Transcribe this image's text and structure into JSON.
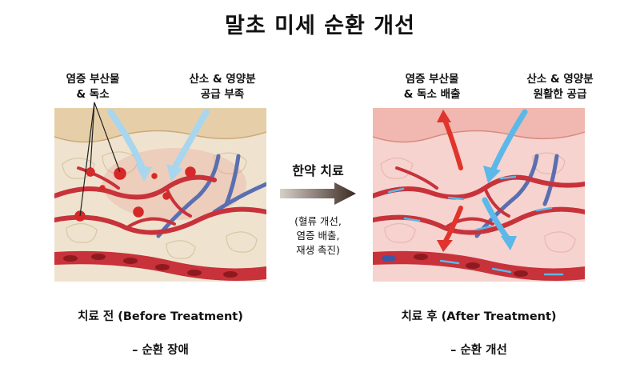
{
  "title": "말초 미세 순환 개선",
  "before": {
    "label_byproducts": "염증 부산물\n& 독소",
    "label_nutrients": "산소 & 영양분\n공급 부족",
    "caption_main": "치료 전 (Before Treatment)",
    "caption_sub": "– 순환 장애"
  },
  "middle": {
    "arrow_title": "한약 치료",
    "arrow_subtitle": "(혈류 개선,\n염증 배출,\n재생 촉진)"
  },
  "after": {
    "label_byproducts": "염증 부산물\n& 독소 배출",
    "label_nutrients": "산소 & 영양분\n원활한 공급",
    "caption_main": "치료 후 (After Treatment)",
    "caption_sub": "– 순환 개선"
  },
  "colors": {
    "artery": "#c8323a",
    "vein": "#5a6fb0",
    "tissue_before": "#efe3cf",
    "tissue_after": "#f6d3cf",
    "inflow_arrow": "#5bb8e8",
    "outflow_arrow": "#e0342c",
    "toxin": "#d62828"
  }
}
